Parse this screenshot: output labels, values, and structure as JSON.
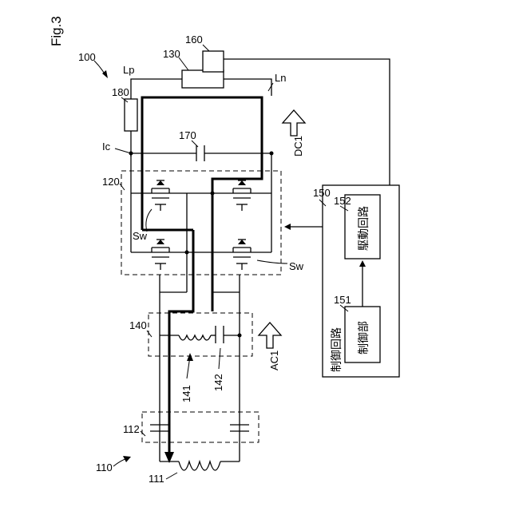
{
  "figure": {
    "label": "Fig.3"
  },
  "labels": {
    "system": "100",
    "line_p": "Lp",
    "line_n": "Ln",
    "sensor": "130",
    "detector": "160",
    "fuse": "180",
    "current": "Ic",
    "capacitor": "170",
    "converter": "120",
    "switch_a": "Sw",
    "switch_b": "Sw",
    "control_circuit_ref": "150",
    "drive_circuit_ref": "152",
    "controller_ref": "151",
    "dc_flow": "DC1",
    "ac_flow": "AC1",
    "filter": "140",
    "inductor": "141",
    "filter_capacitor": "142",
    "input_filter": "112",
    "source": "110",
    "source_coil": "111"
  },
  "blocks": {
    "control_circuit": "制御回路",
    "drive_circuit": "駆動回路",
    "controller": "制御部"
  }
}
